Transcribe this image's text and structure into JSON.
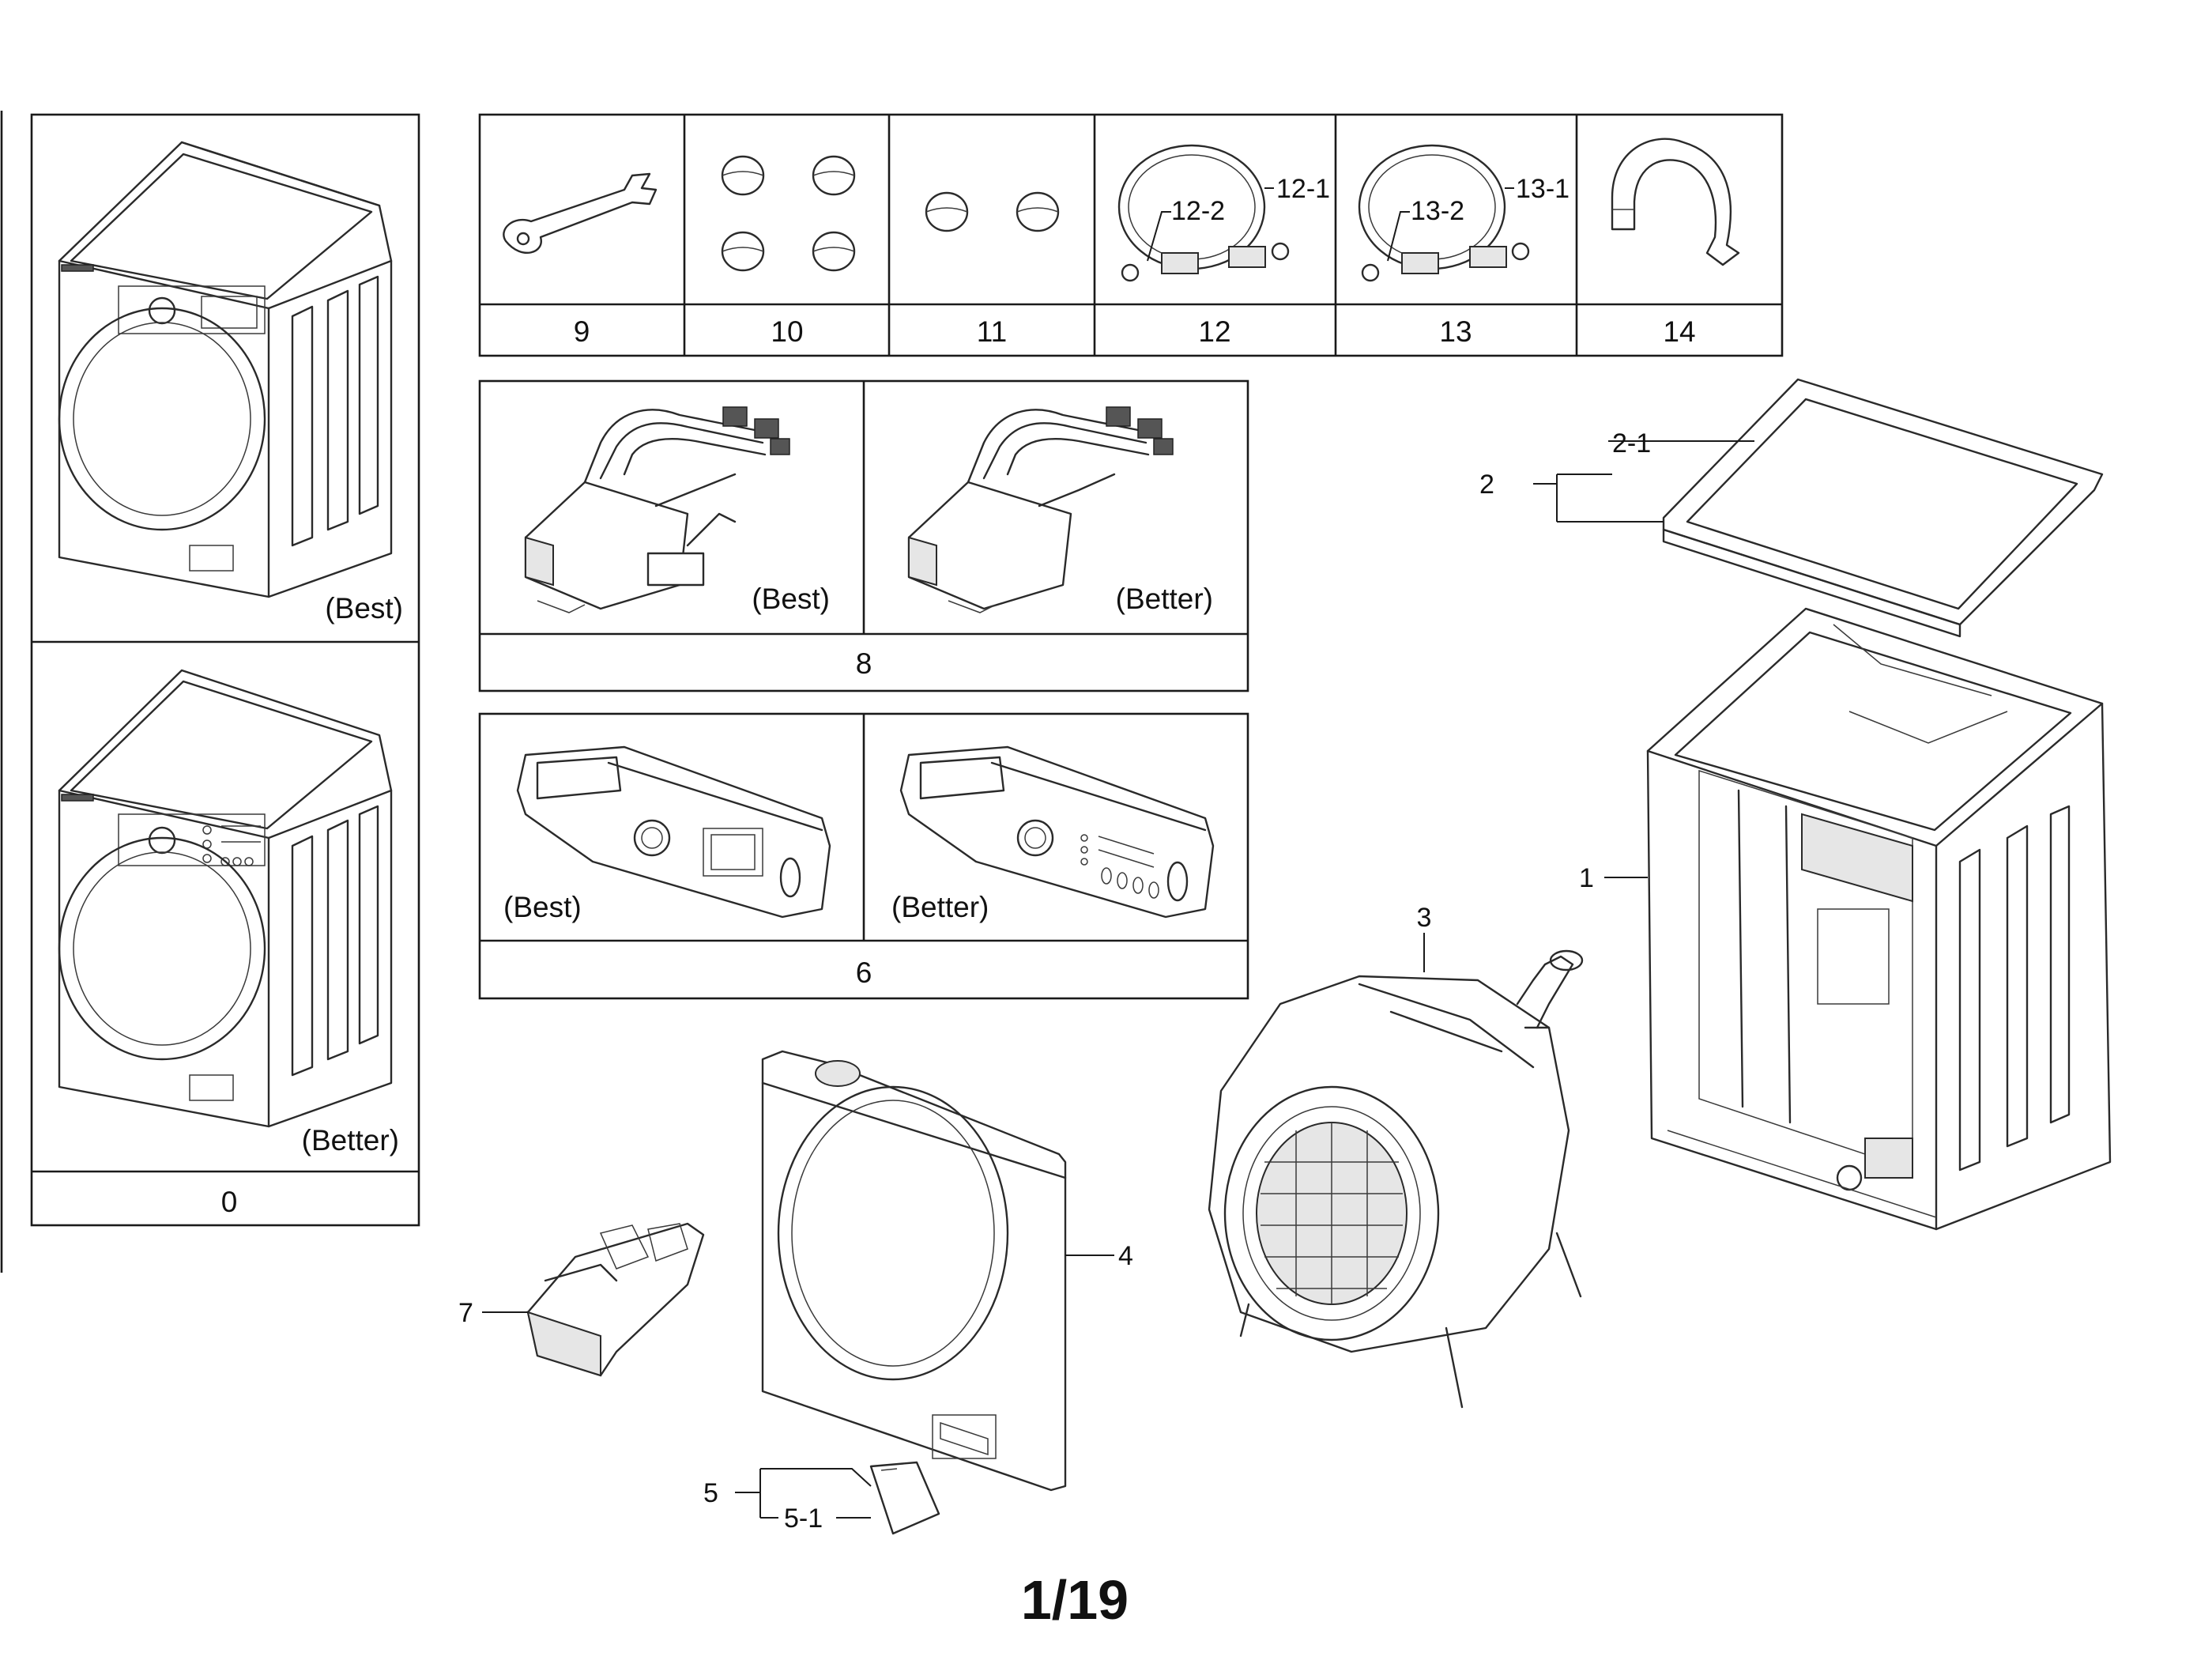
{
  "left_panel": {
    "variant_top": "(Best)",
    "variant_bottom": "(Better)",
    "part_number": "0"
  },
  "accessories": [
    {
      "number": "9"
    },
    {
      "number": "10"
    },
    {
      "number": "11"
    },
    {
      "number": "12",
      "callouts": [
        "12-1",
        "12-2"
      ]
    },
    {
      "number": "13",
      "callouts": [
        "13-1",
        "13-2"
      ]
    },
    {
      "number": "14"
    }
  ],
  "panel_8": {
    "left_label": "(Best)",
    "right_label": "(Better)",
    "part_number": "8"
  },
  "panel_6": {
    "left_label": "(Best)",
    "right_label": "(Better)",
    "part_number": "6"
  },
  "callouts": {
    "c1": "1",
    "c2": "2",
    "c2_1": "2-1",
    "c3": "3",
    "c4": "4",
    "c5": "5",
    "c5_1": "5-1",
    "c7": "7"
  },
  "page_number": "1/19"
}
